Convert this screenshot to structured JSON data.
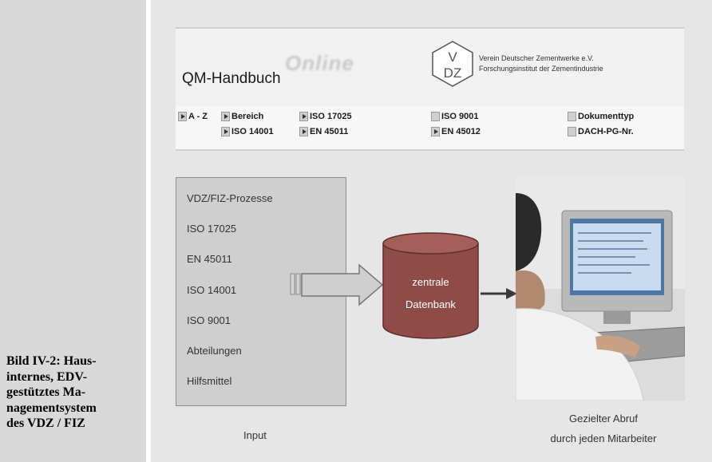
{
  "caption": "Bild IV-2: Haus-\ninternes, EDV-\ngestütztes Ma-\nnagementsystem\ndes VDZ / FIZ",
  "header": {
    "app_title": "QM-Handbuch",
    "online_word": "Online",
    "logo_letters": [
      "V",
      "DZ"
    ],
    "org_line1": "Verein Deutscher Zementwerke e.V.",
    "org_line2": "Forschungsinstitut der Zementindustrie"
  },
  "nav": {
    "a_z": "A - Z",
    "bereich": "Bereich",
    "iso14001": "ISO 14001",
    "iso17025": "ISO 17025",
    "en45011": "EN 45011",
    "iso9001": "ISO 9001",
    "en45012": "EN 45012",
    "dokumenttyp": "Dokumenttyp",
    "dach": "DACH-PG-Nr."
  },
  "input_box": {
    "items": [
      "VDZ/FIZ-Prozesse",
      "ISO 17025",
      "EN 45011",
      "ISO 14001",
      "ISO 9001",
      "Abteilungen",
      "Hilfsmittel"
    ],
    "label": "Input"
  },
  "database": {
    "line1": "zentrale",
    "line2": "Datenbank"
  },
  "output_label": "Gezielter Abruf\ndurch jeden Mitarbeiter",
  "colors": {
    "panel_bg": "#e6e6e6",
    "db_fill": "#8f4b47",
    "arrow_fill": "#cfcfcf",
    "arrow_stroke": "#777777"
  }
}
